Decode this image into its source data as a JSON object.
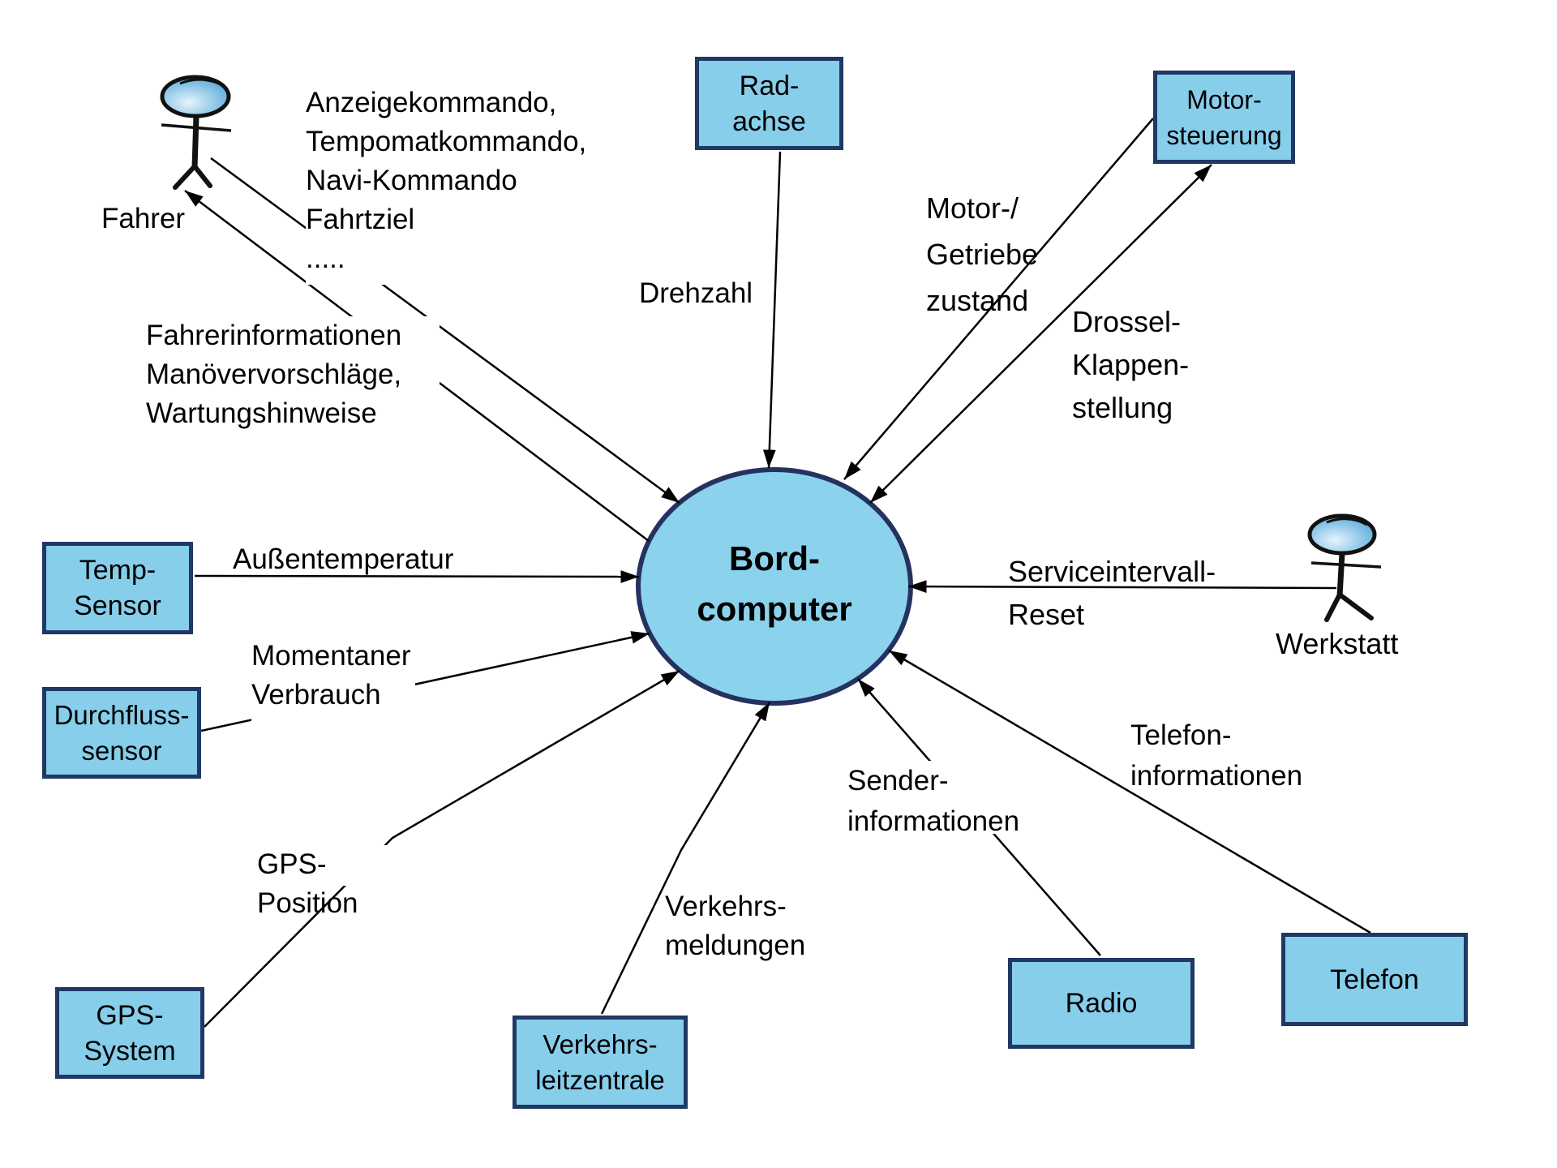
{
  "diagram": {
    "center": {
      "label": "Bord-\ncomputer"
    },
    "actors": {
      "fahrer": {
        "label": "Fahrer"
      },
      "werkstatt": {
        "label": "Werkstatt"
      }
    },
    "terminators": {
      "radachse": {
        "label": "Rad-\nachse"
      },
      "motorsteuerung": {
        "label": "Motor-\nsteuerung"
      },
      "temp_sensor": {
        "label": "Temp-\nSensor"
      },
      "durchflusssensor": {
        "label": "Durchfluss-\nsensor"
      },
      "gps_system": {
        "label": "GPS-\nSystem"
      },
      "verkehrsleitzentrale": {
        "label": "Verkehrs-\nleitzentrale"
      },
      "radio": {
        "label": "Radio"
      },
      "telefon": {
        "label": "Telefon"
      }
    },
    "flows": {
      "fahrer_kommandos": {
        "label": "Anzeigekommando,\nTempomatkommando,\nNavi-Kommando\nFahrtziel\n....."
      },
      "fahrer_informationen": {
        "label": "Fahrerinformationen\nManövervorschläge,\nWartungshinweise"
      },
      "drehzahl": {
        "label": "Drehzahl"
      },
      "motor_getriebe_zustand": {
        "label": "Motor-/\nGetriebe\nzustand"
      },
      "drosselklappenstellung": {
        "label": "Drossel-\nKlappen-\nstellung"
      },
      "aussentemperatur": {
        "label": "Außentemperatur"
      },
      "momentaner_verbrauch": {
        "label": "Momentaner\nVerbrauch"
      },
      "gps_position": {
        "label": "GPS-Position"
      },
      "verkehrsmeldungen": {
        "label": "Verkehrs-\nmeldungen"
      },
      "senderinformationen": {
        "label": "Sender-\ninformationen"
      },
      "telefoninformationen": {
        "label": "Telefon-\ninformationen"
      },
      "serviceintervall_reset": {
        "label": "Serviceintervall-\nReset"
      }
    },
    "colors": {
      "node_fill": "#87CEEB",
      "node_border": "#1F3864",
      "line": "#000000",
      "text": "#000000",
      "actor_head": "#4DA4D6"
    }
  }
}
